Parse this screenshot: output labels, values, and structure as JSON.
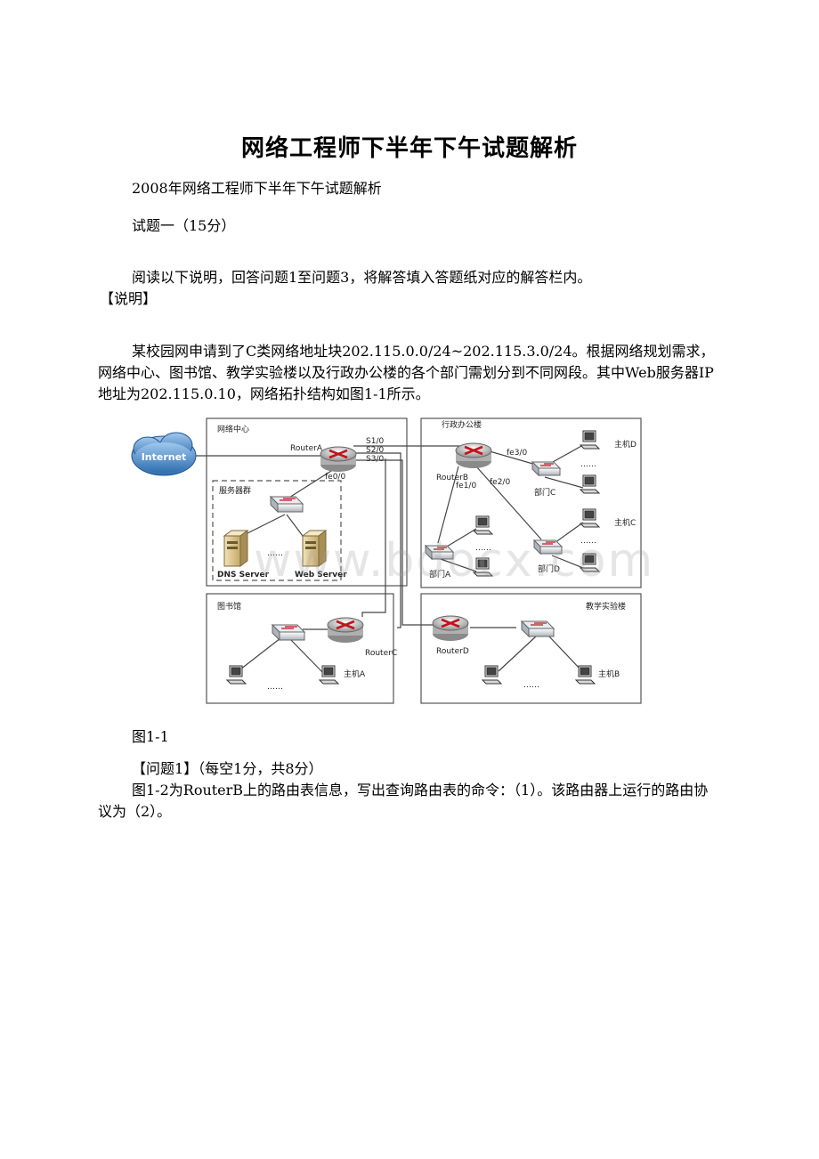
{
  "doc": {
    "title": "网络工程师下半年下午试题解析",
    "subtitle": "2008年网络工程师下半年下午试题解析",
    "section": "试题一（15分）",
    "instruction": "阅读以下说明，回答问题1至问题3，将解答填入答题纸对应的解答栏内。",
    "explain_label": "【说明】",
    "paragraph": "某校园网申请到了C类网络地址块202.115.0.0/24~202.115.3.0/24。根据网络规划需求，网络中心、图书馆、教学实验楼以及行政办公楼的各个部门需划分到不同网段。其中Web服务器IP地址为202.115.0.10，网络拓扑结构如图1-1所示。",
    "figure_caption": "图1-1",
    "question_title": "【问题1】（每空1分，共8分）",
    "question_text": "图1-2为RouterB上的路由表信息，写出查询路由表的命令：（1）。该路由器上运行的路由协议为（2）。",
    "watermark": "www.bdocx.com"
  },
  "diagram": {
    "internet": "Internet",
    "net_center": "网络中心",
    "router_a": "RouterA",
    "s10": "S1/0",
    "s20": "S2/0",
    "s30": "S3/0",
    "fe00": "fe0/0",
    "server_group": "服务器群",
    "dns_server": "DNS Server",
    "web_server": "Web Server",
    "dots": "……",
    "admin_bldg": "行政办公楼",
    "router_b": "RouterB",
    "fe30": "fe3/0",
    "fe10": "fe1/0",
    "fe20": "fe2/0",
    "dept_a": "部门A",
    "dept_c": "部门C",
    "dept_d": "部门D",
    "host_d": "主机D",
    "host_c": "主机C",
    "library": "图书馆",
    "router_c": "RouterC",
    "host_a": "主机A",
    "lab_bldg": "教学实验楼",
    "router_d": "RouterD",
    "host_b": "主机B"
  }
}
